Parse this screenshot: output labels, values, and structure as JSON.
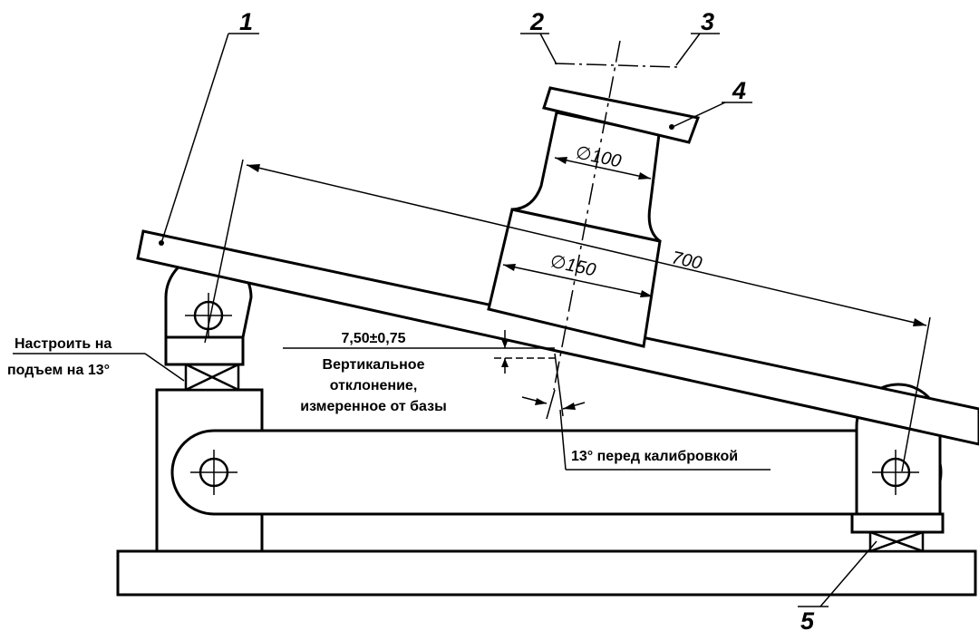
{
  "callouts": {
    "c1": "1",
    "c2": "2",
    "c3": "3",
    "c4": "4",
    "c5": "5"
  },
  "dimensions": {
    "d100": "∅100",
    "d150": "∅150",
    "len700": "700"
  },
  "notes": {
    "adjust_line1": "Настроить на",
    "adjust_line2": "подъем на 13°",
    "tolerance": "7,50±0,75",
    "vertical_line1": "Вертикальное",
    "vertical_line2": "отклонение,",
    "vertical_line3": "измеренное от базы",
    "angle_note": "13° перед калибровкой"
  }
}
